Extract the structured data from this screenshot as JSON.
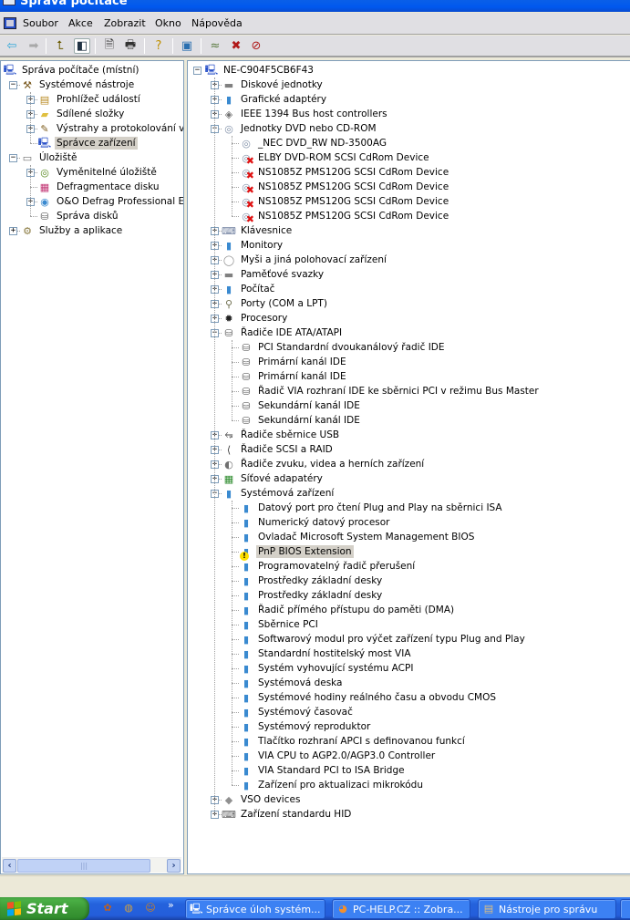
{
  "window": {
    "title": "Správa počítače"
  },
  "menu": [
    "Soubor",
    "Akce",
    "Zobrazit",
    "Okno",
    "Nápověda"
  ],
  "toolbar": [
    {
      "name": "back-icon",
      "glyph": "⇦",
      "color": "#2aa6d8"
    },
    {
      "name": "forward-icon",
      "glyph": "➡",
      "color": "#a8a8a8"
    },
    {
      "name": "up-folder-icon",
      "glyph": "⮤",
      "color": "#6a5a00"
    },
    {
      "name": "show-hide-tree-icon",
      "glyph": "◧",
      "color": "#234"
    },
    {
      "name": "properties-icon",
      "glyph": "🗎",
      "color": "#333"
    },
    {
      "name": "print-icon",
      "glyph": "🖶",
      "color": "#333"
    },
    {
      "name": "help-icon",
      "glyph": "?",
      "color": "#c09000"
    },
    {
      "name": "scan-hardware-icon",
      "glyph": "▣",
      "color": "#2a6fb0"
    },
    {
      "name": "update-driver-icon",
      "glyph": "≈",
      "color": "#5a7a40"
    },
    {
      "name": "uninstall-icon",
      "glyph": "✖",
      "color": "#b01818"
    },
    {
      "name": "disable-icon",
      "glyph": "⊘",
      "color": "#b01818"
    }
  ],
  "left_tree": [
    {
      "label": "Správa počítače (místní)",
      "level": 0,
      "icon": "computer-icon",
      "glyph": "🖳",
      "color": "#2850c8",
      "expander": null
    },
    {
      "label": "Systémové nástroje",
      "level": 1,
      "icon": "tools-icon",
      "glyph": "⚒",
      "color": "#7a5a20",
      "expander": "minus"
    },
    {
      "label": "Prohlížeč událostí",
      "level": 2,
      "icon": "event-viewer-icon",
      "glyph": "▤",
      "color": "#b88a20",
      "expander": "plus"
    },
    {
      "label": "Sdílené složky",
      "level": 2,
      "icon": "shared-folder-icon",
      "glyph": "▰",
      "color": "#e0c040",
      "expander": "plus"
    },
    {
      "label": "Výstrahy a protokolování výk",
      "level": 2,
      "icon": "alerts-icon",
      "glyph": "✎",
      "color": "#806020",
      "expander": "plus"
    },
    {
      "label": "Správce zařízení",
      "level": 2,
      "icon": "device-manager-icon",
      "glyph": "🖳",
      "color": "#2850c8",
      "expander": null,
      "selected": true
    },
    {
      "label": "Úložiště",
      "level": 1,
      "icon": "storage-icon",
      "glyph": "▭",
      "color": "#707070",
      "expander": "minus"
    },
    {
      "label": "Vyměnitelné úložiště",
      "level": 2,
      "icon": "removable-storage-icon",
      "glyph": "◎",
      "color": "#5a8a20",
      "expander": "plus"
    },
    {
      "label": "Defragmentace disku",
      "level": 2,
      "icon": "defrag-icon",
      "glyph": "▦",
      "color": "#c03070",
      "expander": null
    },
    {
      "label": "O&O Defrag Professional Edi",
      "level": 2,
      "icon": "oo-defrag-icon",
      "glyph": "◉",
      "color": "#3a8ad0",
      "expander": "plus"
    },
    {
      "label": "Správa disků",
      "level": 2,
      "icon": "disk-management-icon",
      "glyph": "⛁",
      "color": "#606060",
      "expander": null
    },
    {
      "label": "Služby a aplikace",
      "level": 1,
      "icon": "services-icon",
      "glyph": "⚙",
      "color": "#8a7a40",
      "expander": "plus"
    }
  ],
  "right_tree": [
    {
      "label": "NE-C904F5CB6F43",
      "level": 0,
      "icon": "computer-icon",
      "glyph": "🖳",
      "color": "#2850c8",
      "expander": "minus"
    },
    {
      "label": "Diskové jednotky",
      "level": 1,
      "icon": "disk-drive-icon",
      "glyph": "▬",
      "color": "#808080",
      "expander": "plus"
    },
    {
      "label": "Grafické adaptéry",
      "level": 1,
      "icon": "display-adapter-icon",
      "glyph": "▮",
      "color": "#3a8ad0",
      "expander": "plus"
    },
    {
      "label": "IEEE 1394 Bus host controllers",
      "level": 1,
      "icon": "ieee1394-icon",
      "glyph": "◈",
      "color": "#707070",
      "expander": "plus"
    },
    {
      "label": "Jednotky DVD nebo CD-ROM",
      "level": 1,
      "icon": "cdrom-icon",
      "glyph": "◎",
      "color": "#8090a8",
      "expander": "minus"
    },
    {
      "label": "_NEC DVD_RW ND-3500AG",
      "level": 2,
      "icon": "cdrom-icon",
      "glyph": "◎",
      "color": "#8090a8",
      "expander": null
    },
    {
      "label": "ELBY DVD-ROM SCSI CdRom Device",
      "level": 2,
      "icon": "cdrom-error-icon",
      "glyph": "◎",
      "color": "#8090a8",
      "expander": null,
      "error": true
    },
    {
      "label": "NS1085Z PMS120G SCSI CdRom Device",
      "level": 2,
      "icon": "cdrom-error-icon",
      "glyph": "◎",
      "color": "#8090a8",
      "expander": null,
      "error": true
    },
    {
      "label": "NS1085Z PMS120G SCSI CdRom Device",
      "level": 2,
      "icon": "cdrom-error-icon",
      "glyph": "◎",
      "color": "#8090a8",
      "expander": null,
      "error": true
    },
    {
      "label": "NS1085Z PMS120G SCSI CdRom Device",
      "level": 2,
      "icon": "cdrom-error-icon",
      "glyph": "◎",
      "color": "#8090a8",
      "expander": null,
      "error": true
    },
    {
      "label": "NS1085Z PMS120G SCSI CdRom Device",
      "level": 2,
      "icon": "cdrom-error-icon",
      "glyph": "◎",
      "color": "#8090a8",
      "expander": null,
      "error": true
    },
    {
      "label": "Klávesnice",
      "level": 1,
      "icon": "keyboard-icon",
      "glyph": "⌨",
      "color": "#7080a0",
      "expander": "plus"
    },
    {
      "label": "Monitory",
      "level": 1,
      "icon": "monitor-icon",
      "glyph": "▮",
      "color": "#3a8ad0",
      "expander": "plus"
    },
    {
      "label": "Myši a jiná polohovací zařízení",
      "level": 1,
      "icon": "mouse-icon",
      "glyph": "◯",
      "color": "#909090",
      "expander": "plus"
    },
    {
      "label": "Paměťové svazky",
      "level": 1,
      "icon": "storage-volume-icon",
      "glyph": "▬",
      "color": "#808080",
      "expander": "plus"
    },
    {
      "label": "Počítač",
      "level": 1,
      "icon": "computer-icon",
      "glyph": "▮",
      "color": "#3a8ad0",
      "expander": "plus"
    },
    {
      "label": "Porty (COM a LPT)",
      "level": 1,
      "icon": "port-icon",
      "glyph": "⚲",
      "color": "#707050",
      "expander": "plus"
    },
    {
      "label": "Procesory",
      "level": 1,
      "icon": "processor-icon",
      "glyph": "✹",
      "color": "#202020",
      "expander": "plus"
    },
    {
      "label": "Řadiče IDE ATA/ATAPI",
      "level": 1,
      "icon": "ide-controller-icon",
      "glyph": "⛁",
      "color": "#606060",
      "expander": "minus"
    },
    {
      "label": "PCI Standardní dvoukanálový řadič IDE",
      "level": 2,
      "icon": "ide-controller-icon",
      "glyph": "⛁",
      "color": "#606060",
      "expander": null
    },
    {
      "label": "Primární kanál IDE",
      "level": 2,
      "icon": "ide-controller-icon",
      "glyph": "⛁",
      "color": "#606060",
      "expander": null
    },
    {
      "label": "Primární kanál IDE",
      "level": 2,
      "icon": "ide-controller-icon",
      "glyph": "⛁",
      "color": "#606060",
      "expander": null
    },
    {
      "label": "Řadič VIA rozhraní IDE ke sběrnici PCI v režimu Bus Master",
      "level": 2,
      "icon": "ide-controller-icon",
      "glyph": "⛁",
      "color": "#606060",
      "expander": null
    },
    {
      "label": "Sekundární kanál IDE",
      "level": 2,
      "icon": "ide-controller-icon",
      "glyph": "⛁",
      "color": "#606060",
      "expander": null
    },
    {
      "label": "Sekundární kanál IDE",
      "level": 2,
      "icon": "ide-controller-icon",
      "glyph": "⛁",
      "color": "#606060",
      "expander": null
    },
    {
      "label": "Řadiče sběrnice USB",
      "level": 1,
      "icon": "usb-icon",
      "glyph": "⭂",
      "color": "#404040",
      "expander": "plus"
    },
    {
      "label": "Řadiče SCSI a RAID",
      "level": 1,
      "icon": "scsi-icon",
      "glyph": "⟨",
      "color": "#404040",
      "expander": "plus"
    },
    {
      "label": "Řadiče zvuku, videa a herních zařízení",
      "level": 1,
      "icon": "sound-icon",
      "glyph": "◐",
      "color": "#707070",
      "expander": "plus"
    },
    {
      "label": "Síťové adapatéry",
      "level": 1,
      "icon": "network-adapter-icon",
      "glyph": "▦",
      "color": "#2a8a2a",
      "expander": "plus"
    },
    {
      "label": "Systémová zařízení",
      "level": 1,
      "icon": "system-device-icon",
      "glyph": "▮",
      "color": "#3a8ad0",
      "expander": "minus"
    },
    {
      "label": "Datový port pro čtení Plug and Play na sběrnici ISA",
      "level": 2,
      "icon": "system-device-icon",
      "glyph": "▮",
      "color": "#3a8ad0",
      "expander": null
    },
    {
      "label": "Numerický datový procesor",
      "level": 2,
      "icon": "system-device-icon",
      "glyph": "▮",
      "color": "#3a8ad0",
      "expander": null
    },
    {
      "label": "Ovladač Microsoft System Management BIOS",
      "level": 2,
      "icon": "system-device-icon",
      "glyph": "▮",
      "color": "#3a8ad0",
      "expander": null
    },
    {
      "label": "PnP BIOS Extension",
      "level": 2,
      "icon": "system-device-warning-icon",
      "glyph": "▮",
      "color": "#3a8ad0",
      "expander": null,
      "warning": true,
      "selected": true
    },
    {
      "label": "Programovatelný řadič přerušení",
      "level": 2,
      "icon": "system-device-icon",
      "glyph": "▮",
      "color": "#3a8ad0",
      "expander": null
    },
    {
      "label": "Prostředky základní desky",
      "level": 2,
      "icon": "system-device-icon",
      "glyph": "▮",
      "color": "#3a8ad0",
      "expander": null
    },
    {
      "label": "Prostředky základní desky",
      "level": 2,
      "icon": "system-device-icon",
      "glyph": "▮",
      "color": "#3a8ad0",
      "expander": null
    },
    {
      "label": "Řadič přímého přístupu do paměti (DMA)",
      "level": 2,
      "icon": "system-device-icon",
      "glyph": "▮",
      "color": "#3a8ad0",
      "expander": null
    },
    {
      "label": "Sběrnice PCI",
      "level": 2,
      "icon": "system-device-icon",
      "glyph": "▮",
      "color": "#3a8ad0",
      "expander": null
    },
    {
      "label": "Softwarový modul pro výčet zařízení typu Plug and Play",
      "level": 2,
      "icon": "system-device-icon",
      "glyph": "▮",
      "color": "#3a8ad0",
      "expander": null
    },
    {
      "label": "Standardní hostitelský most VIA",
      "level": 2,
      "icon": "system-device-icon",
      "glyph": "▮",
      "color": "#3a8ad0",
      "expander": null
    },
    {
      "label": "Systém vyhovující systému ACPI",
      "level": 2,
      "icon": "system-device-icon",
      "glyph": "▮",
      "color": "#3a8ad0",
      "expander": null
    },
    {
      "label": "Systémová deska",
      "level": 2,
      "icon": "system-device-icon",
      "glyph": "▮",
      "color": "#3a8ad0",
      "expander": null
    },
    {
      "label": "Systémové hodiny reálného času a obvodu CMOS",
      "level": 2,
      "icon": "system-device-icon",
      "glyph": "▮",
      "color": "#3a8ad0",
      "expander": null
    },
    {
      "label": "Systémový časovač",
      "level": 2,
      "icon": "system-device-icon",
      "glyph": "▮",
      "color": "#3a8ad0",
      "expander": null
    },
    {
      "label": "Systémový reproduktor",
      "level": 2,
      "icon": "system-device-icon",
      "glyph": "▮",
      "color": "#3a8ad0",
      "expander": null
    },
    {
      "label": "Tlačítko rozhraní APCI s definovanou funkcí",
      "level": 2,
      "icon": "system-device-icon",
      "glyph": "▮",
      "color": "#3a8ad0",
      "expander": null
    },
    {
      "label": "VIA CPU to AGP2.0/AGP3.0 Controller",
      "level": 2,
      "icon": "system-device-icon",
      "glyph": "▮",
      "color": "#3a8ad0",
      "expander": null
    },
    {
      "label": "VIA Standard PCI to ISA Bridge",
      "level": 2,
      "icon": "system-device-icon",
      "glyph": "▮",
      "color": "#3a8ad0",
      "expander": null
    },
    {
      "label": "Zařízení pro aktualizaci mikrokódu",
      "level": 2,
      "icon": "system-device-icon",
      "glyph": "▮",
      "color": "#3a8ad0",
      "expander": null
    },
    {
      "label": "VSO devices",
      "level": 1,
      "icon": "vso-device-icon",
      "glyph": "◆",
      "color": "#909090",
      "expander": "plus"
    },
    {
      "label": "Zařízení standardu HID",
      "level": 1,
      "icon": "hid-icon",
      "glyph": "⌨",
      "color": "#606060",
      "expander": "plus"
    }
  ],
  "scrollbar": {
    "grip": "|||",
    "left": "‹",
    "right": "›"
  },
  "taskbar": {
    "start_label": "Start",
    "quicklaunch": [
      {
        "name": "quicklaunch-app1-icon",
        "glyph": "✿",
        "color": "#c06020"
      },
      {
        "name": "quicklaunch-app2-icon",
        "glyph": "◍",
        "color": "#d0a040"
      },
      {
        "name": "quicklaunch-app3-icon",
        "glyph": "☺",
        "color": "#d08020"
      }
    ],
    "chevron": "»",
    "tasks": [
      {
        "label": "Správce úloh systém...",
        "icon": "task-manager-icon",
        "glyph": "🖳",
        "color": "#ffffff"
      },
      {
        "label": "PC-HELP.CZ :: Zobra...",
        "icon": "firefox-icon",
        "glyph": "◕",
        "color": "#f09030"
      },
      {
        "label": "Nástroje pro správu",
        "icon": "admin-tools-icon",
        "glyph": "▤",
        "color": "#e0c080"
      }
    ]
  }
}
